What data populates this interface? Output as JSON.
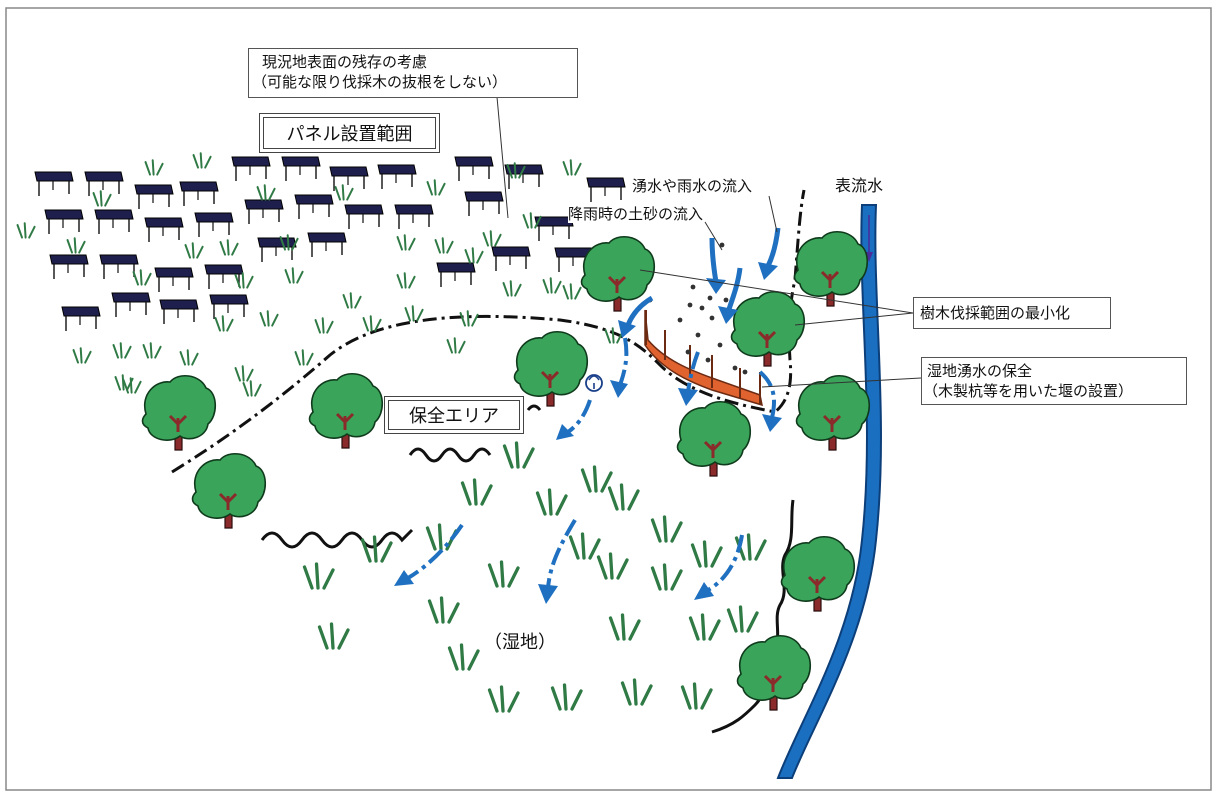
{
  "labels": {
    "remaining_surface": [
      "現況地表面の残存の考慮",
      "（可能な限り伐採木の抜根をしない）"
    ],
    "panel_area": "パネル設置範囲",
    "spring_rain_inflow": "湧水や雨水の流入",
    "sediment_inflow": "降雨時の土砂の流入",
    "surface_water": "表流水",
    "tree_cutting_min": "樹木伐採範囲の最小化",
    "spring_conservation": [
      "湿地湧水の保全",
      "（木製杭等を用いた堰の設置）"
    ],
    "conservation_area": "保全エリア",
    "wetland": "（湿地）"
  },
  "colors": {
    "tree_crown": "#3aa55a",
    "tree_trunk": "#8b2a2a",
    "grass": "#2f7a45",
    "panel": "#1f1f4d",
    "stream": "#1a6fc0",
    "arrow": "#1f70c0",
    "weir": "#e0622e",
    "boundary": "#111111"
  }
}
